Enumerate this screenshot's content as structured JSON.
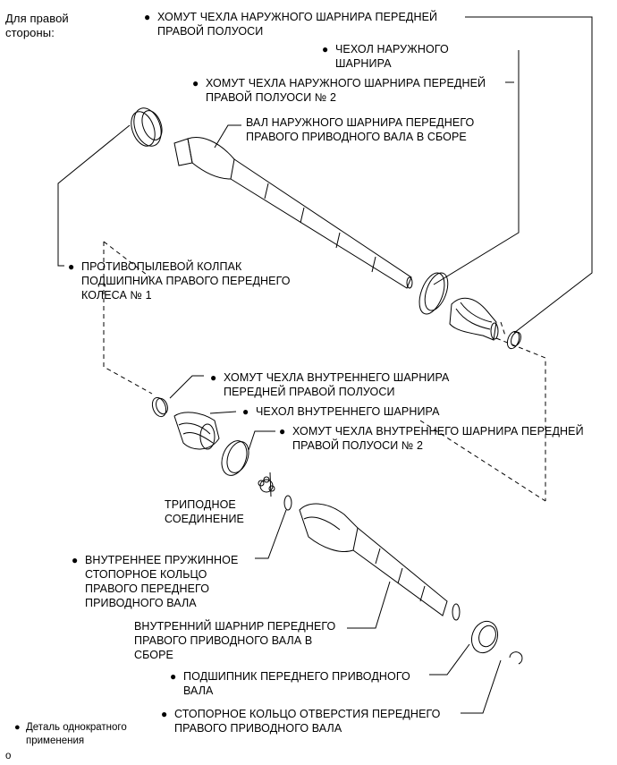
{
  "side_note": "Для правой\nстороны:",
  "callouts": {
    "outer_clamp": "ХОМУТ ЧЕХЛА НАРУЖНОГО ШАРНИРА ПЕРЕДНЕЙ\nПРАВОЙ ПОЛУОСИ",
    "outer_boot": "ЧЕХОЛ НАРУЖНОГО\nШАРНИРА",
    "outer_clamp2": "ХОМУТ ЧЕХЛА НАРУЖНОГО ШАРНИРА ПЕРЕДНЕЙ\nПРАВОЙ ПОЛУОСИ № 2",
    "outer_shaft": "ВАЛ НАРУЖНОГО ШАРНИРА ПЕРЕДНЕГО\nПРАВОГО ПРИВОДНОГО ВАЛА В СБОРЕ",
    "dust_cap": "ПРОТИВОПЫЛЕВОЙ КОЛПАК\nПОДШИПНИКА ПРАВОГО ПЕРЕДНЕГО\nКОЛЕСА № 1",
    "inner_clamp": "ХОМУТ ЧЕХЛА ВНУТРЕННЕГО ШАРНИРА\nПЕРЕДНЕЙ ПРАВОЙ ПОЛУОСИ",
    "inner_boot": "ЧЕХОЛ ВНУТРЕННЕГО ШАРНИРА",
    "inner_clamp2": "ХОМУТ ЧЕХЛА ВНУТРЕННЕГО ШАРНИРА ПЕРЕДНЕЙ\nПРАВОЙ ПОЛУОСИ № 2",
    "tripod": "ТРИПОДНОЕ\nСОЕДИНЕНИЕ",
    "inner_snap_ring": "ВНУТРЕННЕЕ ПРУЖИННОЕ\nСТОПОРНОЕ КОЛЬЦО\nПРАВОГО ПЕРЕДНЕГО\nПРИВОДНОГО ВАЛА",
    "inner_joint": "ВНУТРЕННИЙ ШАРНИР ПЕРЕДНЕГО\nПРАВОГО ПРИВОДНОГО ВАЛА В\nСБОРЕ",
    "bearing": "ПОДШИПНИК ПЕРЕДНЕГО ПРИВОДНОГО\nВАЛА",
    "hole_snap_ring": "СТОПОРНОЕ КОЛЬЦО ОТВЕРСТИЯ ПЕРЕДНЕГО\nПРАВОГО ПРИВОДНОГО ВАЛА"
  },
  "legend": {
    "text": "Деталь однократного\nприменения",
    "footnote": "o"
  }
}
